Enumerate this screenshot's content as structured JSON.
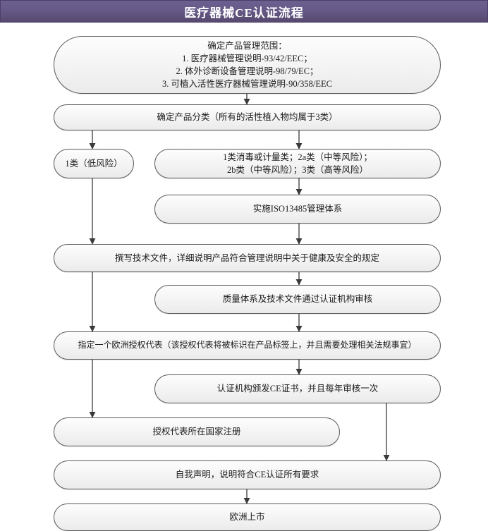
{
  "header": {
    "title": "医疗器械CE认证流程",
    "bg_color_top": "#6c6090",
    "bg_color_bottom": "#57496f",
    "text_color": "#ffffff"
  },
  "theme": {
    "node_border": "#5a5a5a",
    "node_fill_top": "#fdfdfd",
    "node_fill_bottom": "#ebebeb",
    "edge_color": "#3a3a3a",
    "page_bg": "#ffffff"
  },
  "flow": {
    "nodes": [
      {
        "id": "scope",
        "name": "determine-product-scope",
        "text": "确定产品管理范围：\n1. 医疗器械管理说明-93/42/EEC；\n2. 体外诊断设备管理说明-98/79/EC；\n3. 可植入活性医疗器械管理说明-90/358/EEC"
      },
      {
        "id": "classify",
        "name": "determine-classification",
        "text": "确定产品分类（所有的活性植入物均属于3类）"
      },
      {
        "id": "class1",
        "name": "class-1-low-risk",
        "text": "1类（低风险）"
      },
      {
        "id": "class-other",
        "name": "class-other-risk-levels",
        "text": "1类消毒或计量类；2a类（中等风险）；\n2b类（中等风险）；3类（高等风险）"
      },
      {
        "id": "iso",
        "name": "implement-iso13485",
        "text": "实施ISO13485管理体系"
      },
      {
        "id": "techfile",
        "name": "write-technical-file",
        "text": "撰写技术文件，详细说明产品符合管理说明中关于健康及安全的规定"
      },
      {
        "id": "audit",
        "name": "notified-body-audit",
        "text": "质量体系及技术文件通过认证机构审核"
      },
      {
        "id": "eu-rep",
        "name": "appoint-eu-authorised-representative",
        "text": "指定一个欧洲授权代表（该授权代表将被标识在产品标签上，并且需要处理相关法规事宜）"
      },
      {
        "id": "ce-cert",
        "name": "issue-ce-certificate",
        "text": "认证机构颁发CE证书，并且每年审核一次"
      },
      {
        "id": "register",
        "name": "register-in-representative-country",
        "text": "授权代表所在国家注册"
      },
      {
        "id": "declaration",
        "name": "self-declaration-of-conformity",
        "text": "自我声明，说明符合CE认证所有要求"
      },
      {
        "id": "market",
        "name": "place-on-european-market",
        "text": "欧洲上市"
      }
    ]
  }
}
